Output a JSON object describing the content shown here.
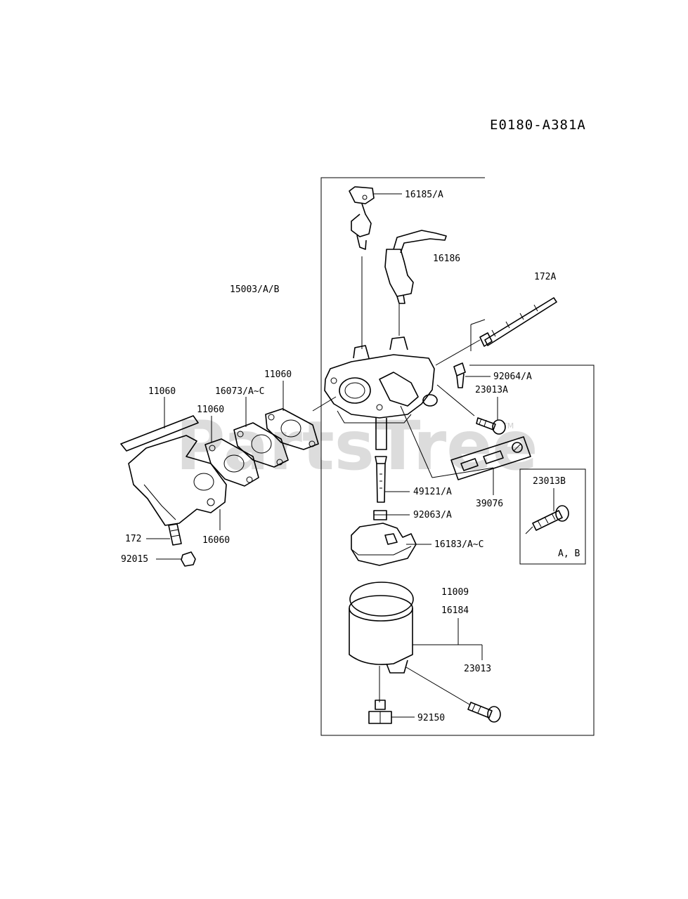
{
  "diagram_code": "E0180-A381A",
  "watermark": {
    "text": "PartsTree",
    "mark": "TM"
  },
  "part_labels": {
    "p16185A": "16185/A",
    "p16186": "16186",
    "p172A": "172A",
    "p15003AB": "15003/A/B",
    "p92064A": "92064/A",
    "p23013A": "23013A",
    "p11060a": "11060",
    "p16073AC": "16073/A~C",
    "p11060b": "11060",
    "p11060c": "11060",
    "p23013B": "23013B",
    "pAB": "A, B",
    "p49121A": "49121/A",
    "p39076": "39076",
    "p92063A": "92063/A",
    "p172": "172",
    "p16060": "16060",
    "p92015": "92015",
    "p16183AC": "16183/A~C",
    "p11009": "11009",
    "p16184": "16184",
    "p23013": "23013",
    "p92150": "92150"
  }
}
